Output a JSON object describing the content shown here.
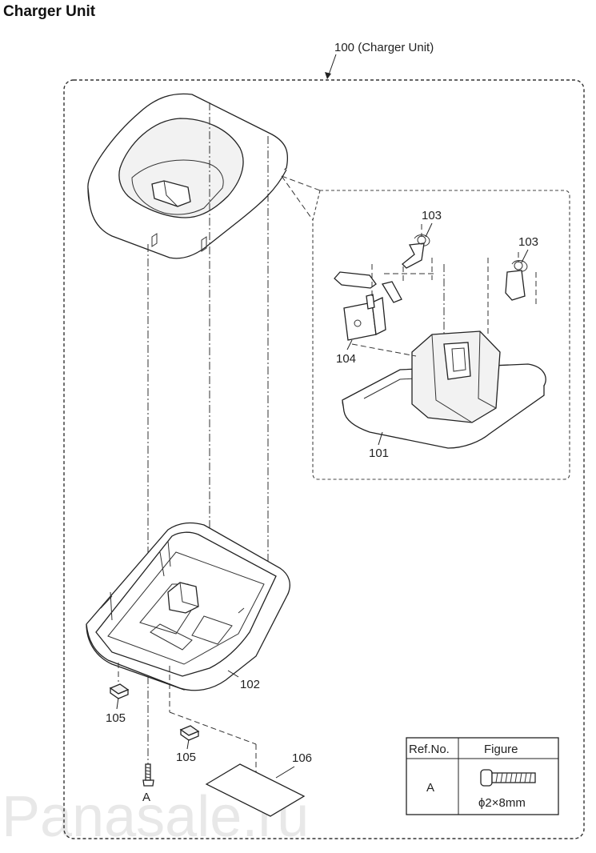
{
  "title": "Charger Unit",
  "assembly_label": "100 (Charger Unit)",
  "parts": {
    "p101": "101",
    "p102": "102",
    "p103a": "103",
    "p103b": "103",
    "p104": "104",
    "p105a": "105",
    "p105b": "105",
    "p106": "106",
    "screw_ref": "A"
  },
  "table": {
    "header_ref": "Ref.No.",
    "header_figure": "Figure",
    "row_ref": "A",
    "row_spec": "ϕ2×8mm"
  },
  "watermark": "Panasale.ru"
}
